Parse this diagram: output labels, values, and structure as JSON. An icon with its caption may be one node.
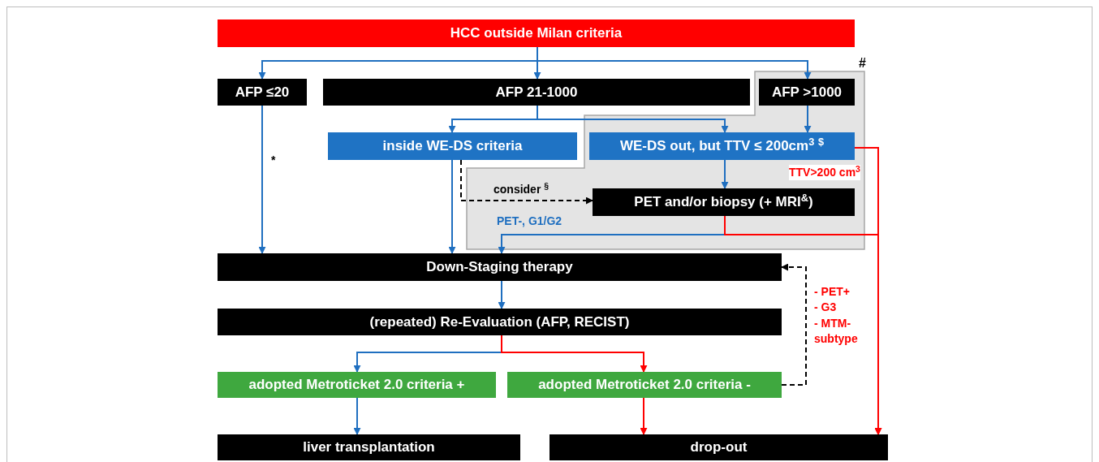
{
  "diagram": {
    "nodes": [
      {
        "text": [
          "HCC outside Milan criteria"
        ]
      },
      {
        "text": [
          "AFP ≤20"
        ]
      },
      {
        "text": [
          "AFP 21-1000"
        ]
      },
      {
        "text": [],
        "shape": "box",
        "beside": [
          "#"
        ]
      },
      {
        "text": [
          "AFP >1000"
        ],
        "in": 3
      },
      {
        "text": [
          "inside WE-DS criteria"
        ]
      },
      {
        "text": [
          "WE-DS out, but TTV ≤ 200cm$^{3}$ $^{$}$"
        ],
        "in": 3
      },
      {
        "text": [
          "PET and/or biopsy (+ MRI$^{&}$)"
        ],
        "in": 3
      },
      {
        "text": [
          "Down-Staging therapy"
        ]
      },
      {
        "text": [
          "(repeated) Re-Evaluation (AFP, RECIST)"
        ]
      },
      {
        "text": [
          "adopted Metroticket 2.0 criteria +"
        ]
      },
      {
        "text": [
          "adopted Metroticket 2.0 criteria -"
        ]
      },
      {
        "text": [
          "liver transplantation"
        ]
      },
      {
        "text": [
          "drop-out"
        ]
      }
    ],
    "edges": [
      {
        "from": 0,
        "to": 1,
        "arrow": "to"
      },
      {
        "from": 0,
        "to": 2,
        "arrow": "to"
      },
      {
        "from": 0,
        "to": 4,
        "arrow": "to"
      },
      {
        "from": 2,
        "to": 5,
        "arrow": "to"
      },
      {
        "from": 2,
        "to": 6,
        "arrow": "to"
      },
      {
        "from": 4,
        "to": 6,
        "arrow": "to"
      },
      {
        "from": 1,
        "to": 8,
        "arrow": "to",
        "label": "*"
      },
      {
        "from": 5,
        "to": 8,
        "arrow": "to"
      },
      {
        "from": 5,
        "to": 7,
        "arrow": "to",
        "label": "consider $^{§}$",
        "style": "dashed",
        "color": "#000000"
      },
      {
        "from": 6,
        "to": 7,
        "arrow": "to"
      },
      {
        "from": 7,
        "to": 8,
        "arrow": "to",
        "label": "PET-, G1/G2"
      },
      {
        "from": 6,
        "to": 13,
        "arrow": "to",
        "label": "TTV>200 cm$^{3}$",
        "color": "#ff0000"
      },
      {
        "from": 7,
        "to": 13,
        "arrow": "to",
        "color": "#ff0000"
      },
      {
        "from": 8,
        "to": 9,
        "arrow": "to"
      },
      {
        "from": 9,
        "to": 10,
        "arrow": "to"
      },
      {
        "from": 9,
        "to": 11,
        "arrow": "to",
        "color": "#ff0000"
      },
      {
        "from": 10,
        "to": 12,
        "arrow": "to"
      },
      {
        "from": 11,
        "to": 13,
        "arrow": "to",
        "color": "#ff0000"
      },
      {
        "from": 11,
        "to": 8,
        "arrow": "to",
        "label": "- PET+ - G3 - MTM-subtype",
        "style": "dashed",
        "color": "#000000"
      }
    ]
  }
}
